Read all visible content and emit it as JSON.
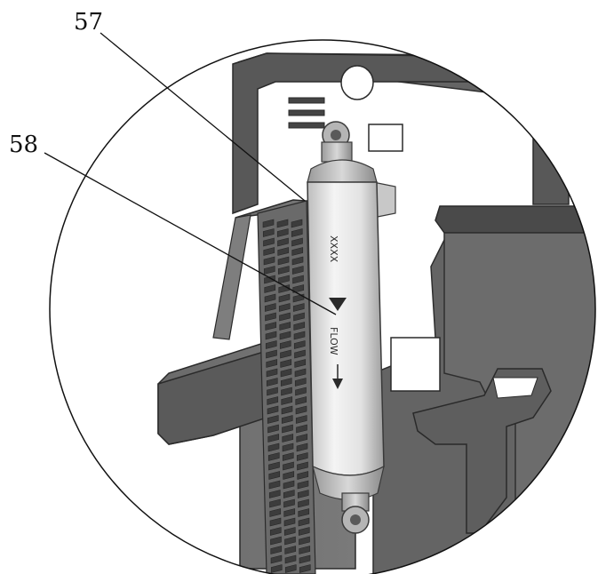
{
  "figure": {
    "callouts": [
      {
        "id": "57",
        "label": "57"
      },
      {
        "id": "58",
        "label": "58"
      }
    ],
    "filter_cartridge": {
      "model_marking": "XXXX",
      "flow_marking": "FLOW"
    },
    "colors": {
      "housing_dark": "#5a5a5a",
      "housing_mid": "#6e6e6e",
      "housing_light": "#8a8a8a",
      "grille_slot": "#3c3c3c",
      "cartridge_body": "#e6e6e6",
      "leader_line": "#111111"
    }
  }
}
